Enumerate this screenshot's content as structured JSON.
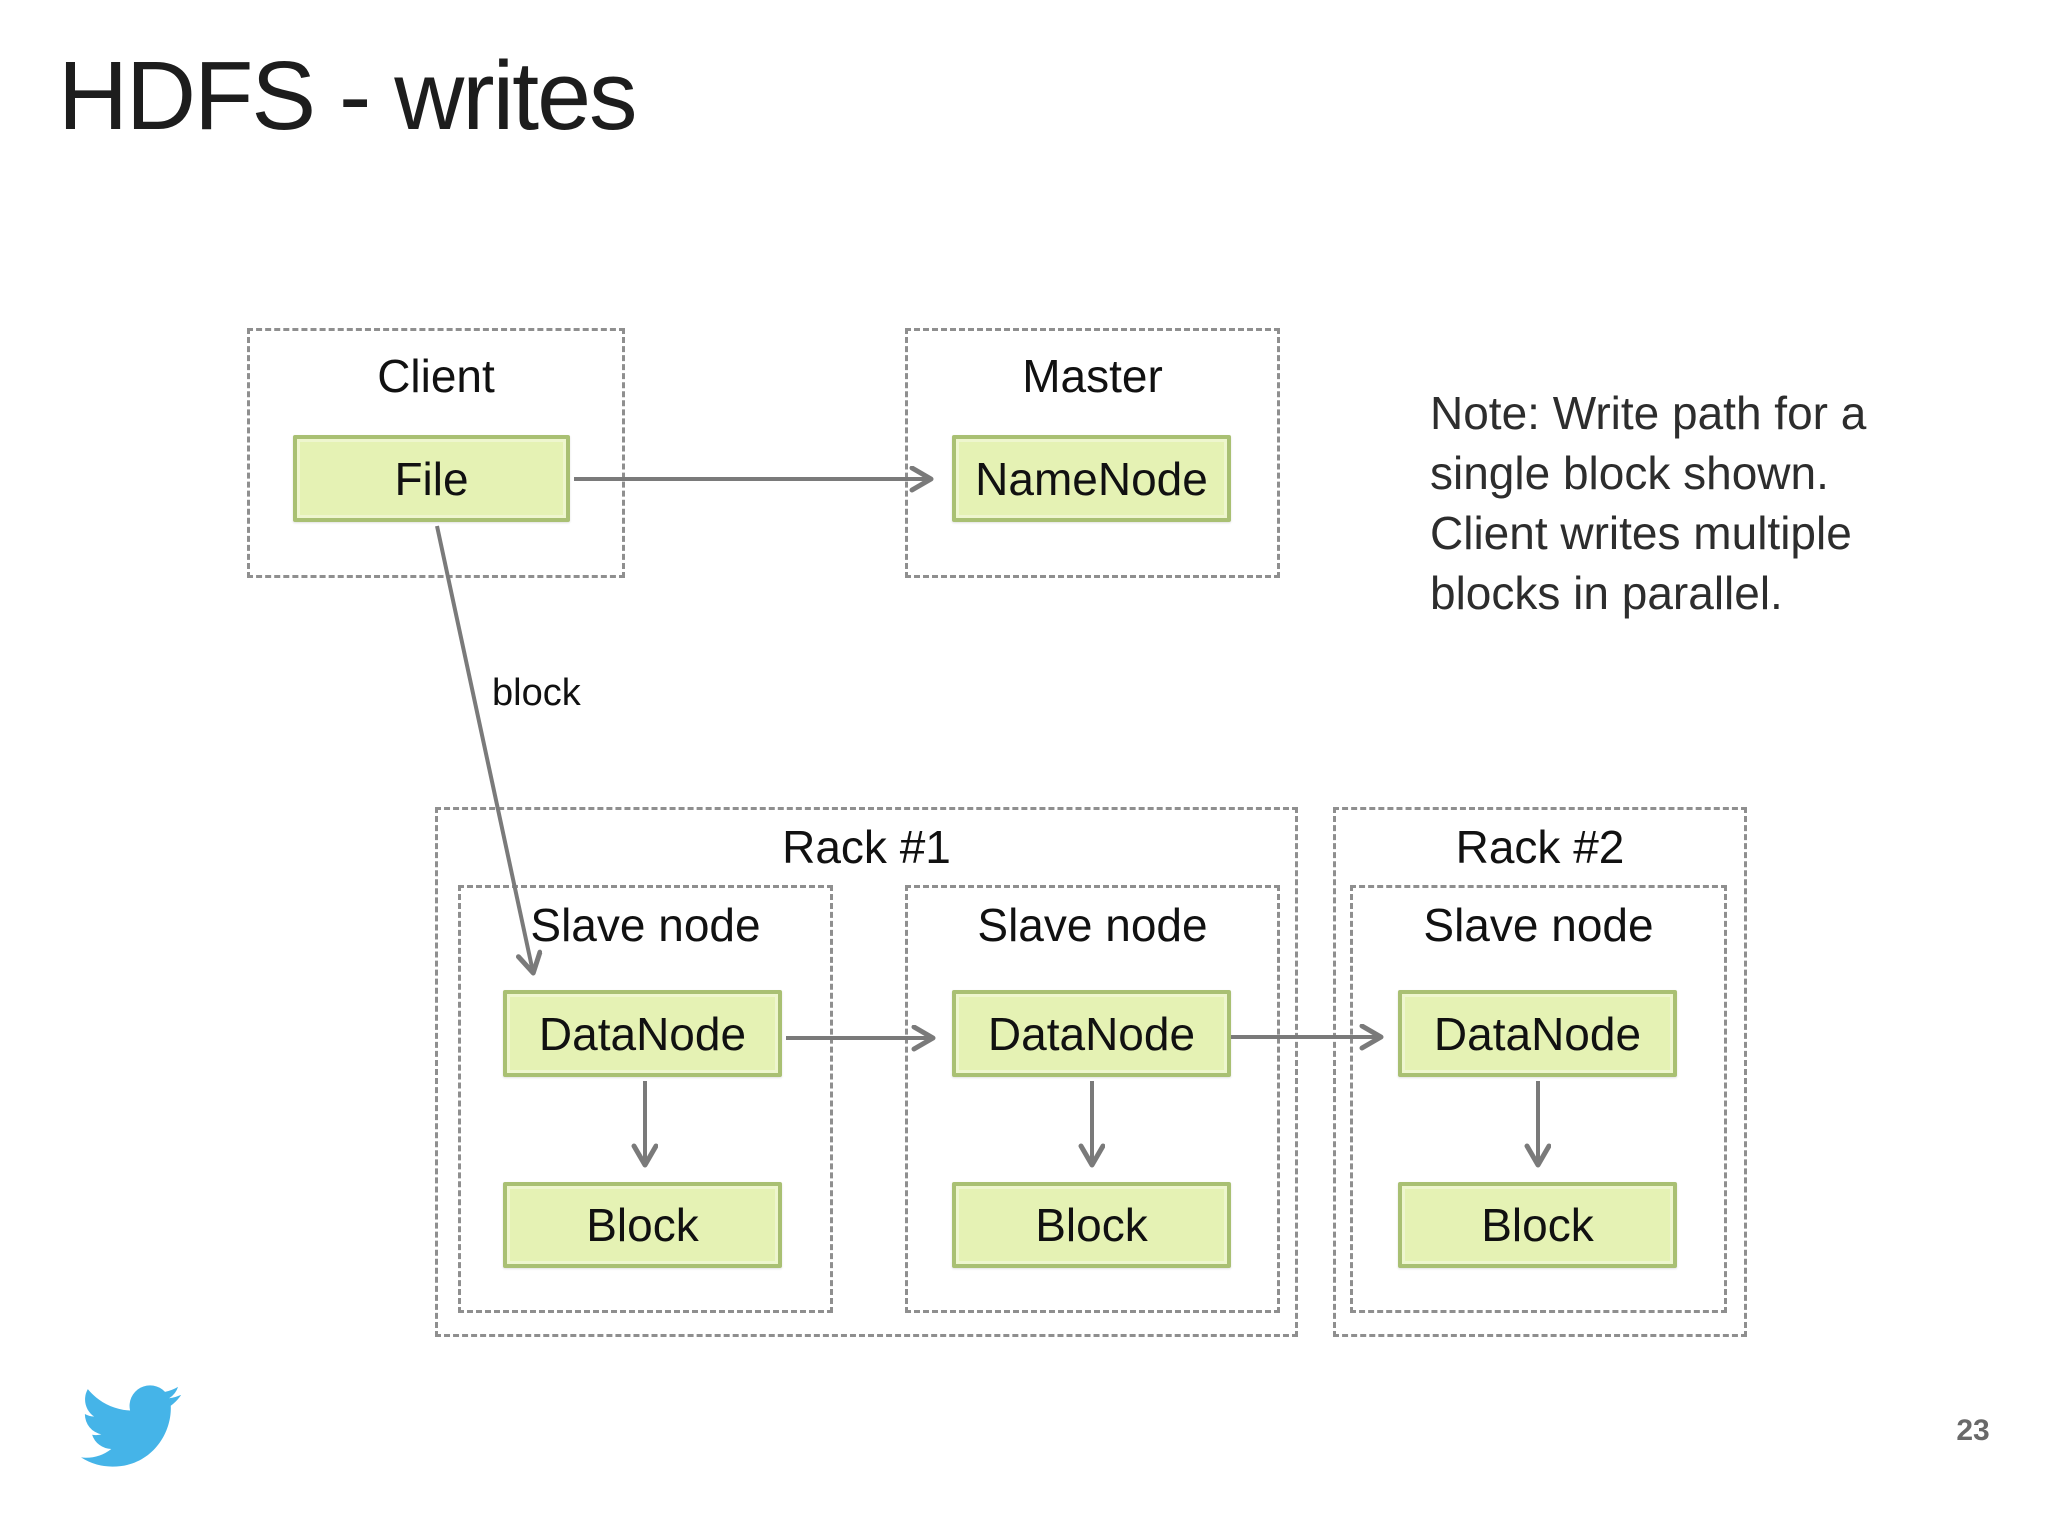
{
  "slide": {
    "title": "HDFS - writes",
    "page_number": "23"
  },
  "note": {
    "lines": [
      "Note: Write path for a",
      "single block shown.",
      "Client writes multiple",
      "blocks in parallel."
    ]
  },
  "diagram": {
    "client_group": {
      "label": "Client",
      "node": "File"
    },
    "master_group": {
      "label": "Master",
      "node": "NameNode"
    },
    "block_edge_label": "block",
    "racks": [
      {
        "label": "Rack #1",
        "slaves": [
          {
            "label": "Slave node",
            "datanode": "DataNode",
            "block": "Block"
          },
          {
            "label": "Slave node",
            "datanode": "DataNode",
            "block": "Block"
          }
        ]
      },
      {
        "label": "Rack #2",
        "slaves": [
          {
            "label": "Slave node",
            "datanode": "DataNode",
            "block": "Block"
          }
        ]
      }
    ]
  },
  "colors": {
    "node_fill": "#e5f2b4",
    "node_border": "#a9c073",
    "dashed_border": "#8f8f8f",
    "arrow": "#7a7a7a",
    "twitter_blue": "#45b4e8"
  }
}
